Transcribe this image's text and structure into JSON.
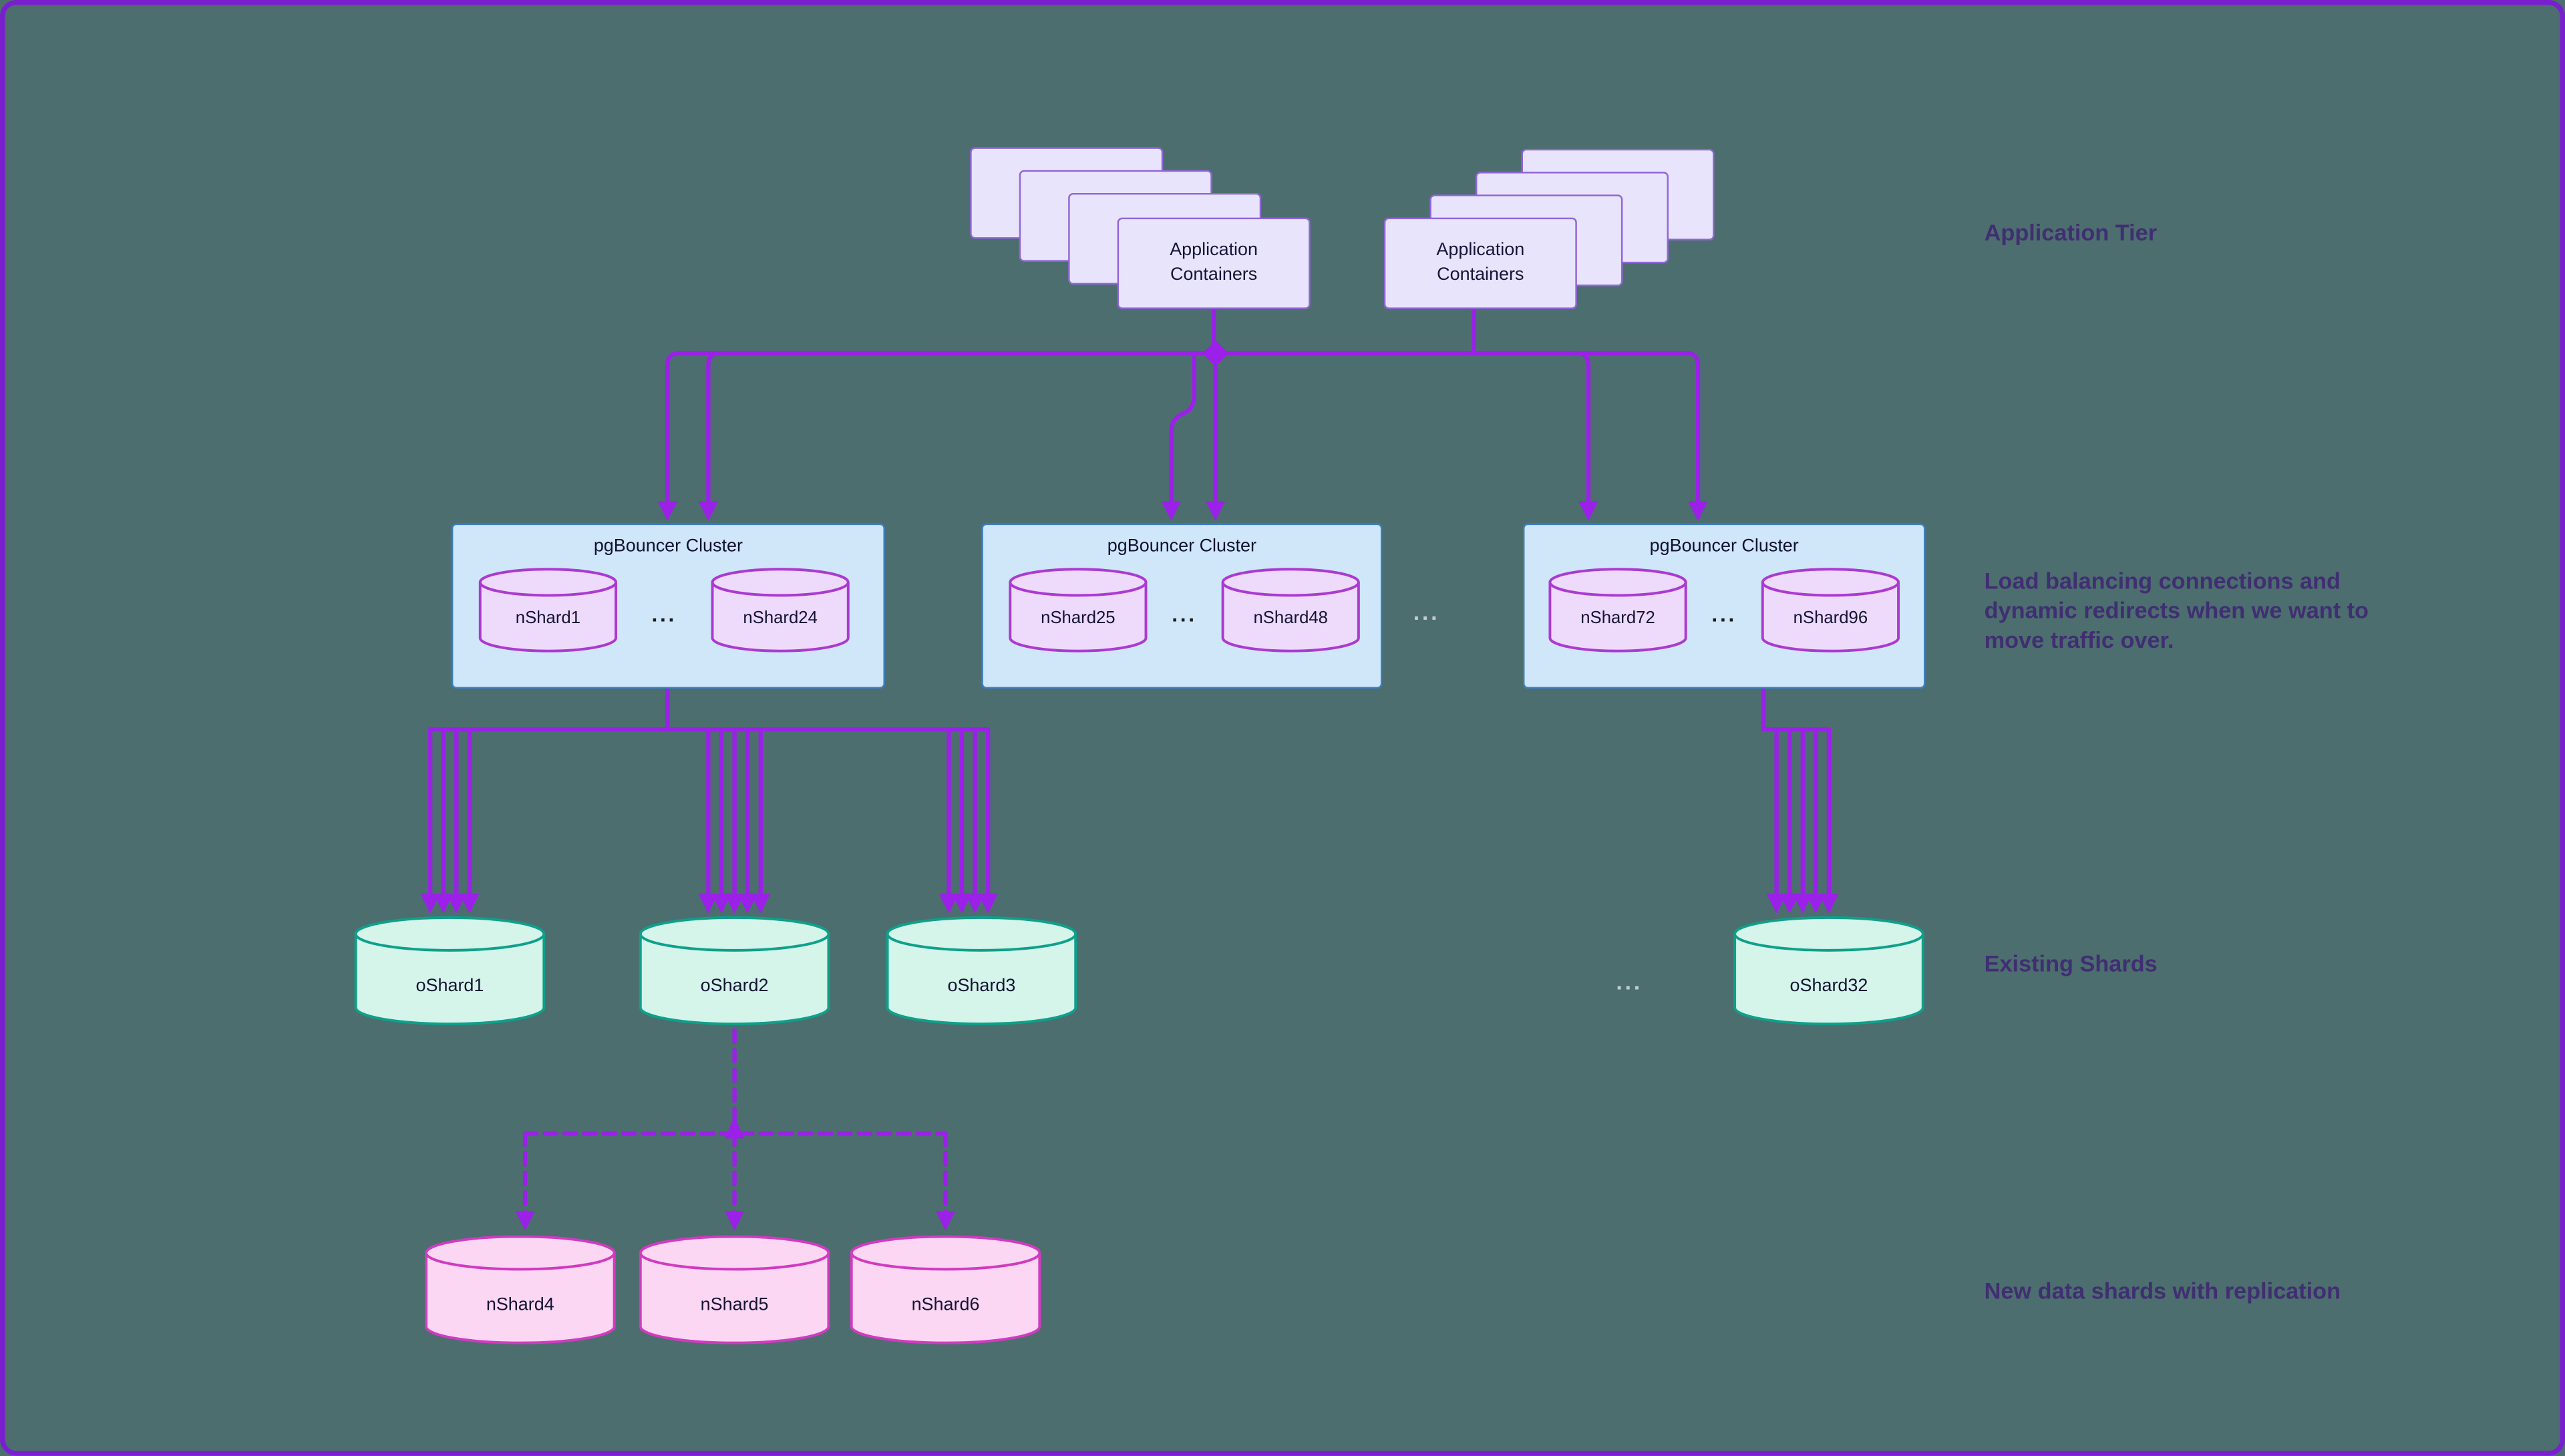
{
  "colors": {
    "background": "#4c6e6e",
    "frame_border": "#7a1fd0",
    "edge": "#9b20e8",
    "app_card_fill": "#e8e4fb",
    "app_card_border": "#9166d8",
    "cluster_fill": "#cfe7f8",
    "cluster_border": "#3b7fc4",
    "cluster_shard_fill": "#eedafa",
    "cluster_shard_border": "#ab3ad1",
    "existing_shard_fill": "#d5f4ea",
    "existing_shard_border": "#0ea08a",
    "new_shard_fill": "#fbd7f3",
    "new_shard_border": "#d13ac1",
    "annotation_text": "#402e72"
  },
  "app_tier": {
    "stacks": [
      {
        "label": "Application Containers"
      },
      {
        "label": "Application Containers"
      }
    ]
  },
  "clusters": [
    {
      "label": "pgBouncer Cluster",
      "first_shard": "nShard1",
      "last_shard": "nShard24",
      "ellipsis": "..."
    },
    {
      "label": "pgBouncer Cluster",
      "first_shard": "nShard25",
      "last_shard": "nShard48",
      "ellipsis": "..."
    },
    {
      "label": "pgBouncer Cluster",
      "first_shard": "nShard72",
      "last_shard": "nShard96",
      "ellipsis": "..."
    }
  ],
  "cluster_row_ellipsis": "...",
  "existing_shards": {
    "shards": [
      "oShard1",
      "oShard2",
      "oShard3"
    ],
    "ellipsis": "...",
    "last_shard": "oShard32"
  },
  "new_shards": {
    "shards": [
      "nShard4",
      "nShard5",
      "nShard6"
    ]
  },
  "annotations": {
    "application_tier": "Application Tier",
    "load_balancing": "Load balancing connections and dynamic redirects when we want to move traffic over.",
    "existing_shards": "Existing Shards",
    "new_shards": "New data shards with replication"
  }
}
